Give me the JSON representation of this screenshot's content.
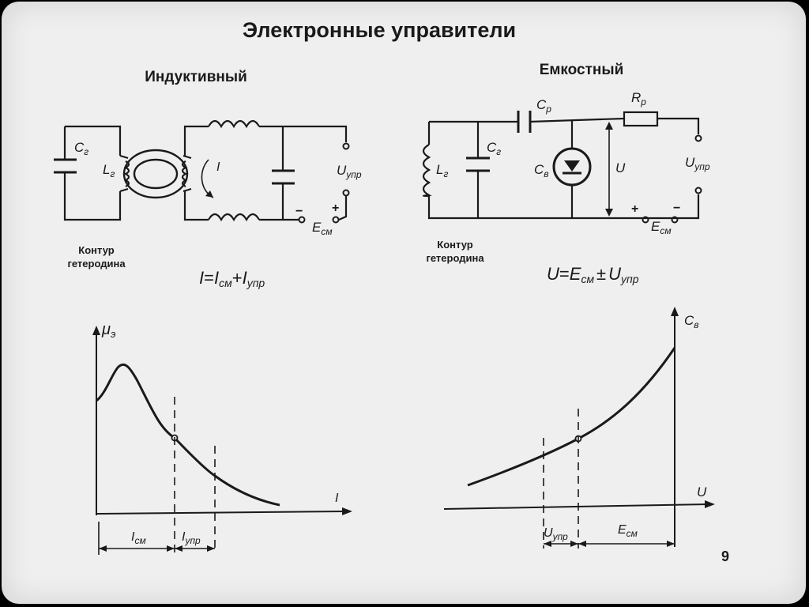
{
  "title": "Электронные управители",
  "left": {
    "heading": "Индуктивный",
    "labels": {
      "cap": "C",
      "cap_sub": "г",
      "ind": "L",
      "ind_sub": "г",
      "current": "I",
      "u": "U",
      "u_sub": "упр",
      "e": "E",
      "e_sub": "см",
      "plus": "+",
      "minus": "−"
    },
    "caption_line1": "Контур",
    "caption_line2": "гетеродина",
    "formula": {
      "lhs": "I",
      "eq": "=",
      "i1": "I",
      "i1_sub": "см",
      "plus": "+",
      "i2": "I",
      "i2_sub": "упр"
    },
    "graph": {
      "ylabel": "μ",
      "ylabel_sub": "э",
      "xlabel": "I",
      "dim1": "I",
      "dim1_sub": "см",
      "dim2": "I",
      "dim2_sub": "упр"
    }
  },
  "right": {
    "heading": "Емкостный",
    "labels": {
      "cp": "C",
      "cp_sub": "р",
      "rp": "R",
      "rp_sub": "р",
      "cg": "C",
      "cg_sub": "г",
      "lg": "L",
      "lg_sub": "г",
      "cv": "C",
      "cv_sub": "в",
      "u": "U",
      "uupr": "U",
      "uupr_sub": "упр",
      "e": "E",
      "e_sub": "см",
      "plus": "+",
      "minus": "−"
    },
    "caption_line1": "Контур",
    "caption_line2": "гетеродина",
    "formula": {
      "lhs": "U",
      "eq": "=",
      "e": "E",
      "e_sub": "см",
      "pm": "±",
      "u": "U",
      "u_sub": "упр"
    },
    "graph": {
      "ylabel": "C",
      "ylabel_sub": "в",
      "xlabel": "U",
      "dim1": "U",
      "dim1_sub": "упр",
      "dim2": "E",
      "dim2_sub": "см"
    }
  },
  "page_number": "9",
  "colors": {
    "ink": "#1a1a1a",
    "paper": "#efefef",
    "frame": "#000000"
  }
}
